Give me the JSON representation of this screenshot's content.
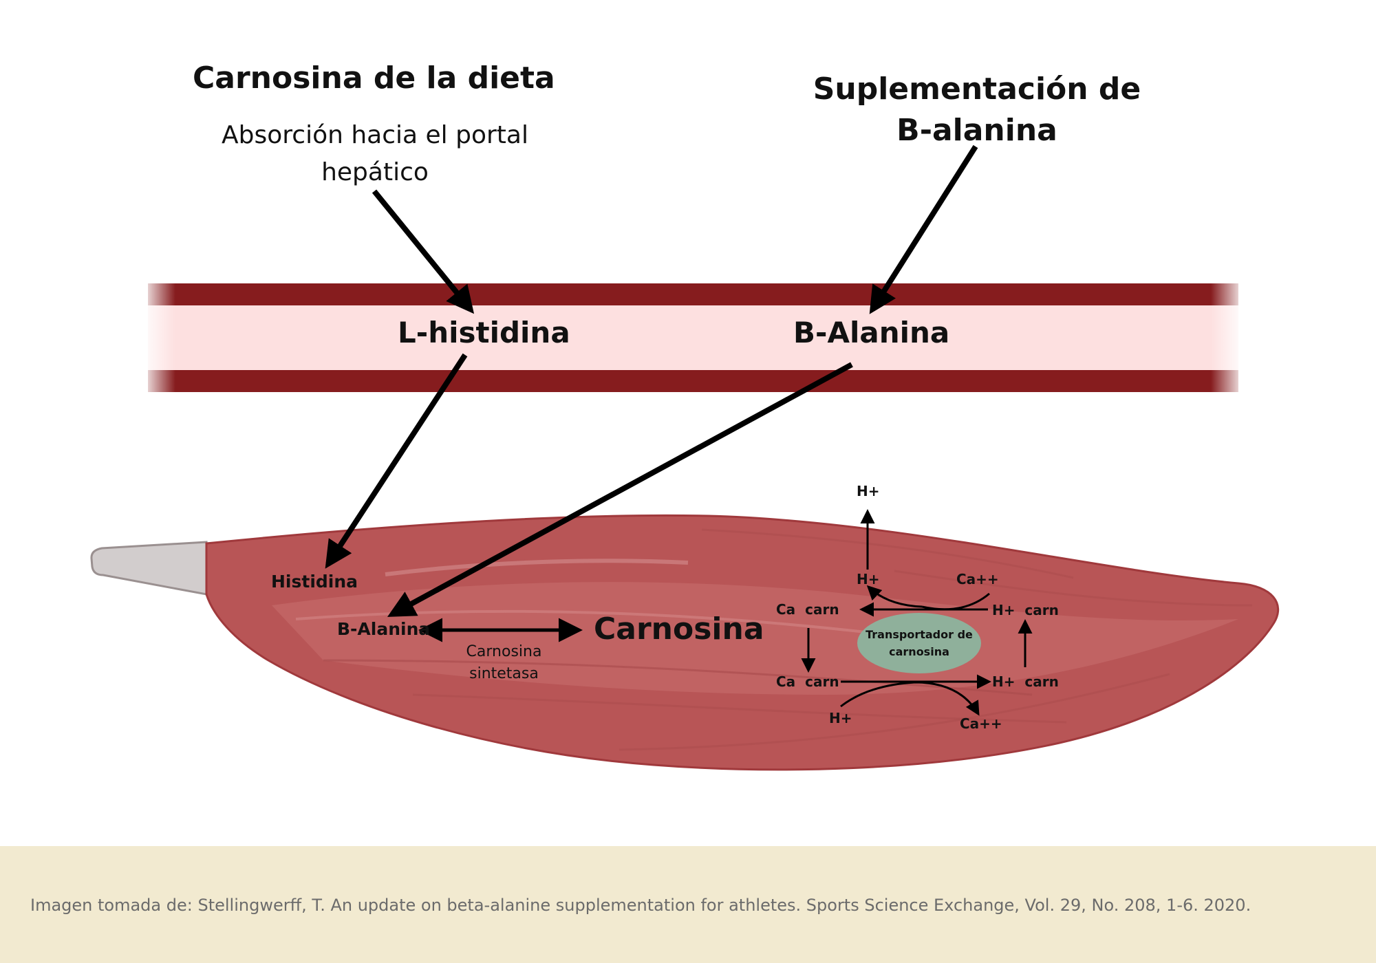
{
  "sources": {
    "diet_title": "Carnosina de la dieta",
    "diet_subtitle": "Absorción hacia el portal hepático",
    "supplement_title": "Suplementación de B-alanina"
  },
  "blood_vessel": {
    "histidine_label": "L-histidina",
    "alanine_label": "B-Alanina"
  },
  "muscle": {
    "histidina": "Histidina",
    "b_alanina": "B-Alanina",
    "carnosina": "Carnosina",
    "enzyme": "Carnosina sintetasa"
  },
  "transport": {
    "h_top": "H+",
    "h_upper": "H+",
    "ca_upper": "Ca++",
    "ca_carn_left_top": "Ca  carn",
    "h_carn_right_top": "H+  carn",
    "transporter": "Transportador de carnosina",
    "ca_carn_left_bottom": "Ca  carn",
    "h_carn_right_bottom": "H+  carn",
    "h_lower": "H+",
    "ca_lower": "Ca++"
  },
  "colors": {
    "vessel_wall": "#861c1e",
    "vessel_lumen": "#fde0e0",
    "muscle": "#b85556",
    "tendon": "#d0cccc",
    "transporter": "#8fb09b",
    "footer_bg": "#f2ead0"
  },
  "footer": {
    "citation": "Imagen tomada de: Stellingwerff, T. An update on beta-alanine supplementation for athletes. Sports Science Exchange, Vol. 29, No. 208, 1-6. 2020."
  }
}
